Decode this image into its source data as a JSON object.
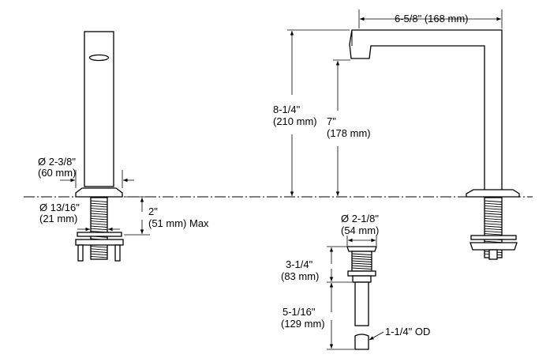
{
  "dimensions": {
    "spout_reach": "6-5/8\" (168 mm)",
    "total_height_in": "8-1/4\"",
    "total_height_mm": "(210 mm)",
    "spout_height_in": "7\"",
    "spout_height_mm": "(178 mm)",
    "base_diameter_in": "Ø 2-3/8\"",
    "base_diameter_mm": "(60 mm)",
    "shank_diameter_in": "Ø 13/16\"",
    "shank_diameter_mm": "(21 mm)",
    "deck_thickness_in": "2\"",
    "deck_thickness_mm": "(51 mm) Max",
    "drain_diameter_in": "Ø 2-1/8\"",
    "drain_diameter_mm": "(54 mm)",
    "drain_body_in": "3-1/4\"",
    "drain_body_mm": "(83 mm)",
    "tailpiece_in": "5-1/16\"",
    "tailpiece_mm": "(129 mm)",
    "tailpiece_od": "1-1/4\" OD"
  }
}
